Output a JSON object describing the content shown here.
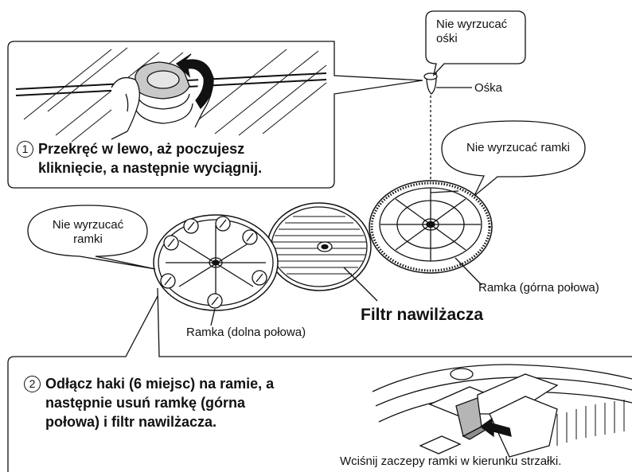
{
  "callouts": {
    "do_not_discard_axle": "Nie wyrzucać\nośki",
    "axle_label": "Ośka",
    "do_not_discard_frame_right": "Nie wyrzucać ramki",
    "do_not_discard_frame_left": "Nie wyrzucać\nramki"
  },
  "steps": [
    {
      "number": "1",
      "text": "Przekręć w lewo, aż poczujesz\nkliknięcie, a następnie wyciągnij."
    },
    {
      "number": "2",
      "text": "Odłącz haki (6 miejsc) na ramie, a\nnastępnie usuń ramkę (górna\npołowa) i filtr nawilżacza."
    }
  ],
  "parts": {
    "frame_upper": "Ramka (górna połowa)",
    "frame_lower": "Ramka (dolna połowa)",
    "filter": "Filtr nawilżacza"
  },
  "detail_caption": "Wciśnij zaczepy ramki w kierunku strzałki.",
  "colors": {
    "line": "#111111",
    "panel_gray": "#b5b5b5",
    "background": "#ffffff"
  }
}
